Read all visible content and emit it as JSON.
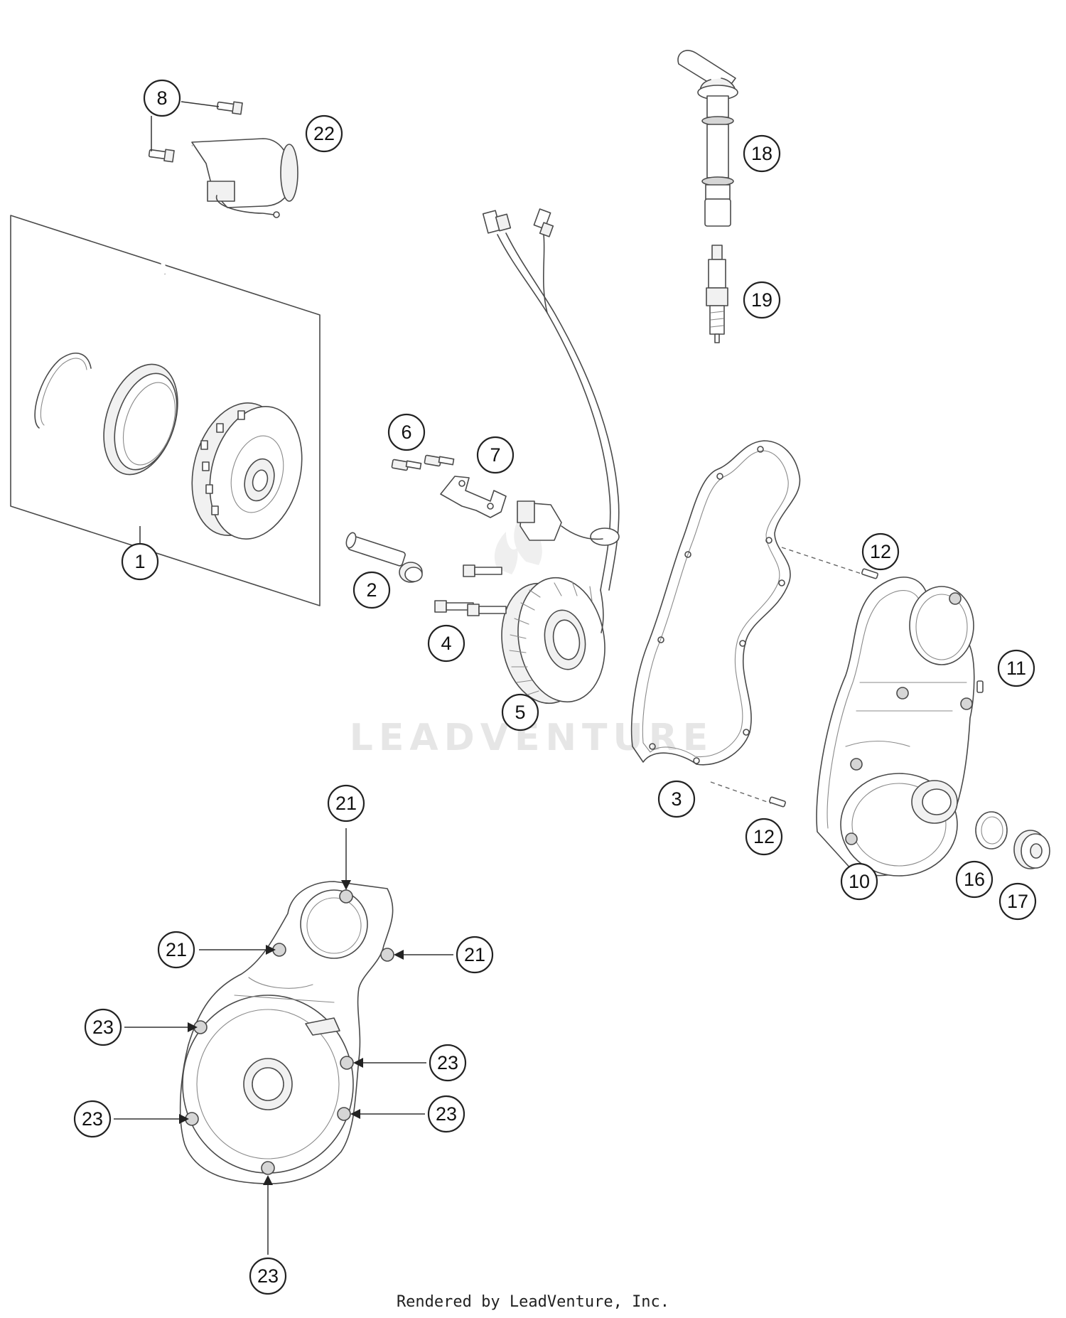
{
  "watermark": "LEADVENTURE",
  "footer": "Rendered by LeadVenture, Inc.",
  "callouts": [
    {
      "id": "c1",
      "label": "1"
    },
    {
      "id": "c2",
      "label": "2"
    },
    {
      "id": "c3",
      "label": "3"
    },
    {
      "id": "c4",
      "label": "4"
    },
    {
      "id": "c5",
      "label": "5"
    },
    {
      "id": "c6",
      "label": "6"
    },
    {
      "id": "c7",
      "label": "7"
    },
    {
      "id": "c8",
      "label": "8"
    },
    {
      "id": "c10",
      "label": "10"
    },
    {
      "id": "c11",
      "label": "11"
    },
    {
      "id": "c12a",
      "label": "12"
    },
    {
      "id": "c12b",
      "label": "12"
    },
    {
      "id": "c16",
      "label": "16"
    },
    {
      "id": "c17",
      "label": "17"
    },
    {
      "id": "c18",
      "label": "18"
    },
    {
      "id": "c19",
      "label": "19"
    },
    {
      "id": "c21a",
      "label": "21"
    },
    {
      "id": "c21b",
      "label": "21"
    },
    {
      "id": "c21c",
      "label": "21"
    },
    {
      "id": "c22",
      "label": "22"
    },
    {
      "id": "c23a",
      "label": "23"
    },
    {
      "id": "c23b",
      "label": "23"
    },
    {
      "id": "c23c",
      "label": "23"
    },
    {
      "id": "c23d",
      "label": "23"
    },
    {
      "id": "c23e",
      "label": "23"
    }
  ]
}
